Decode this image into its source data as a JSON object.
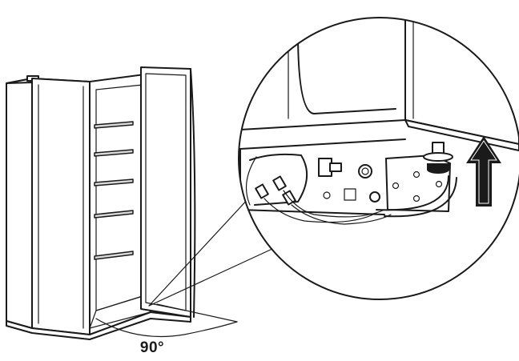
{
  "figure": {
    "angle_label": "90°",
    "icons": [
      "refrigerator-illustration",
      "hinge-detail-magnifier",
      "up-arrow-icon",
      "door-swing-arc"
    ],
    "colors": {
      "line": "#1a1a1a",
      "background": "#ffffff",
      "arrow": "#1a1a1a"
    }
  }
}
